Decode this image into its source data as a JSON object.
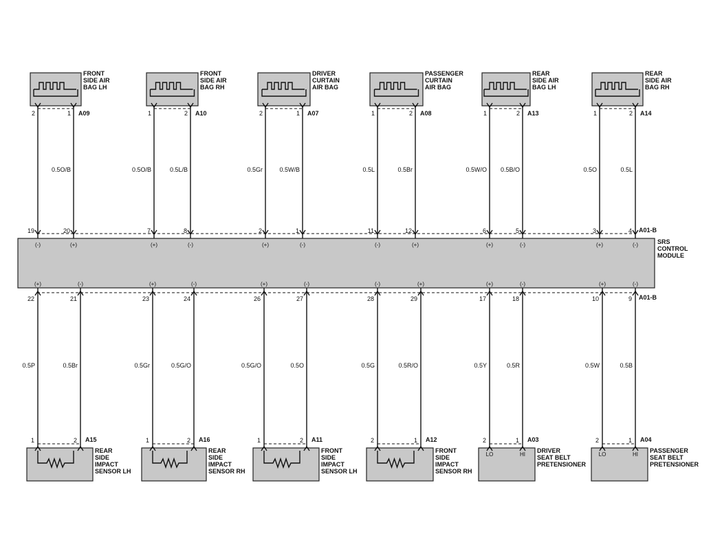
{
  "module": {
    "label": [
      "SRS",
      "CONTROL",
      "MODULE"
    ]
  },
  "connectors": {
    "top": "A01-B",
    "bottom": "A01-B"
  },
  "top_devices": [
    {
      "id": "A09",
      "label": [
        "FRONT",
        "SIDE AIR",
        "BAG LH"
      ],
      "pins": [
        "2",
        "1"
      ],
      "wires": [
        "",
        "0.5O/B"
      ],
      "module_pins": [
        "19",
        "20"
      ],
      "polarity": [
        "(-)",
        "(+)"
      ]
    },
    {
      "id": "A10",
      "label": [
        "FRONT",
        "SIDE AIR",
        "BAG RH"
      ],
      "pins": [
        "1",
        "2"
      ],
      "wires": [
        "0.5O/B",
        "0.5L/B"
      ],
      "module_pins": [
        "7",
        "8"
      ],
      "polarity": [
        "(+)",
        "(-)"
      ]
    },
    {
      "id": "A07",
      "label": [
        "DRIVER",
        "CURTAIN",
        "AIR BAG"
      ],
      "pins": [
        "2",
        "1"
      ],
      "wires": [
        "0.5Gr",
        "0.5W/B"
      ],
      "module_pins": [
        "2",
        "1"
      ],
      "polarity": [
        "(+)",
        "(-)"
      ]
    },
    {
      "id": "A08",
      "label": [
        "PASSENGER",
        "CURTAIN",
        "AIR BAG"
      ],
      "pins": [
        "1",
        "2"
      ],
      "wires": [
        "0.5L",
        "0.5Br"
      ],
      "module_pins": [
        "11",
        "12"
      ],
      "polarity": [
        "(-)",
        "(+)"
      ]
    },
    {
      "id": "A13",
      "label": [
        "REAR",
        "SIDE AIR",
        "BAG LH"
      ],
      "pins": [
        "1",
        "2"
      ],
      "wires": [
        "0.5W/O",
        "0.5B/O"
      ],
      "module_pins": [
        "6",
        "5"
      ],
      "polarity": [
        "(+)",
        "(-)"
      ]
    },
    {
      "id": "A14",
      "label": [
        "REAR",
        "SIDE AIR",
        "BAG RH"
      ],
      "pins": [
        "1",
        "2"
      ],
      "wires": [
        "0.5O",
        "0.5L"
      ],
      "module_pins": [
        "3",
        "4"
      ],
      "polarity": [
        "(+)",
        "(-)"
      ]
    }
  ],
  "bottom_devices": [
    {
      "id": "A15",
      "type": "sensor",
      "label": [
        "REAR",
        "SIDE",
        "IMPACT",
        "SENSOR LH"
      ],
      "pins": [
        "1",
        "2"
      ],
      "wires": [
        "0.5P",
        "0.5Br"
      ],
      "module_pins": [
        "22",
        "21"
      ],
      "polarity": [
        "(+)",
        "(-)"
      ]
    },
    {
      "id": "A16",
      "type": "sensor",
      "label": [
        "REAR",
        "SIDE",
        "IMPACT",
        "SENSOR RH"
      ],
      "pins": [
        "1",
        "2"
      ],
      "wires": [
        "0.5Gr",
        "0.5G/O"
      ],
      "module_pins": [
        "23",
        "24"
      ],
      "polarity": [
        "(+)",
        "(-)"
      ]
    },
    {
      "id": "A11",
      "type": "sensor",
      "label": [
        "FRONT",
        "SIDE",
        "IMPACT",
        "SENSOR LH"
      ],
      "pins": [
        "1",
        "2"
      ],
      "wires": [
        "0.5G/O",
        "0.5O"
      ],
      "module_pins": [
        "26",
        "27"
      ],
      "polarity": [
        "(+)",
        "(-)"
      ]
    },
    {
      "id": "A12",
      "type": "sensor",
      "label": [
        "FRONT",
        "SIDE",
        "IMPACT",
        "SENSOR RH"
      ],
      "pins": [
        "2",
        "1"
      ],
      "wires": [
        "0.5G",
        "0.5R/O"
      ],
      "module_pins": [
        "28",
        "29"
      ],
      "polarity": [
        "(-)",
        "(+)"
      ]
    },
    {
      "id": "A03",
      "type": "pretensioner",
      "label": [
        "DRIVER",
        "SEAT BELT",
        "PRETENSIONER"
      ],
      "terminals": [
        "LO",
        "HI"
      ],
      "pins": [
        "2",
        "1"
      ],
      "wires": [
        "0.5Y",
        "0.5R"
      ],
      "module_pins": [
        "17",
        "18"
      ],
      "polarity": [
        "(+)",
        "(-)"
      ]
    },
    {
      "id": "A04",
      "type": "pretensioner",
      "label": [
        "PASSENGER",
        "SEAT BELT",
        "PRETENSIONER"
      ],
      "terminals": [
        "LO",
        "HI"
      ],
      "pins": [
        "2",
        "1"
      ],
      "wires": [
        "0.5W",
        "0.5B"
      ],
      "module_pins": [
        "10",
        "9"
      ],
      "polarity": [
        "(+)",
        "(-)"
      ]
    }
  ]
}
